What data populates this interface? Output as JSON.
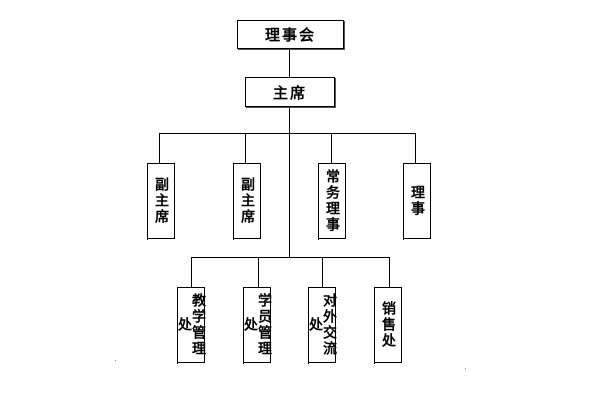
{
  "diagram": {
    "root": {
      "label": "理事会"
    },
    "chair": {
      "label": "主席"
    },
    "upper_row": [
      {
        "label": "副主席"
      },
      {
        "label": "副主席"
      },
      {
        "label": "常务理事"
      },
      {
        "label": "理事"
      }
    ],
    "lower_row": [
      {
        "label": "教学管理处"
      },
      {
        "label": "学员管理处"
      },
      {
        "label": "对外交流处"
      },
      {
        "label": "销售处"
      }
    ]
  }
}
